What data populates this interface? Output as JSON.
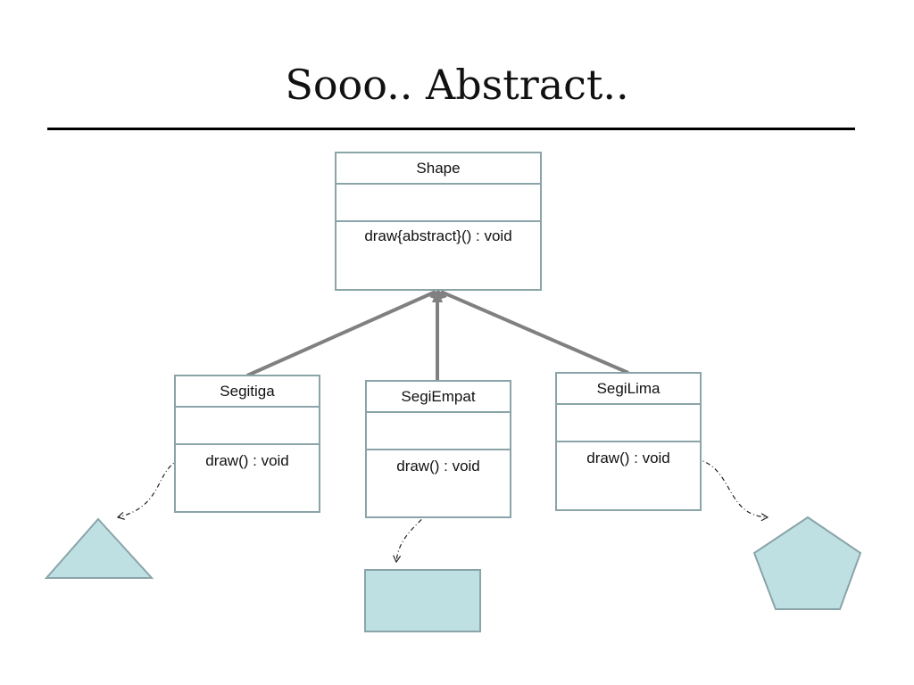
{
  "title": "Sooo.. Abstract..",
  "colors": {
    "box_border": "#8aa4a8",
    "shape_fill": "#bfe0e3",
    "inheritance_line": "#808080",
    "title_rule": "#000000"
  },
  "classes": {
    "shape": {
      "name": "Shape",
      "operation": "draw{abstract}() : void"
    },
    "segitiga": {
      "name": "Segitiga",
      "operation": "draw() : void"
    },
    "segiempat": {
      "name": "SegiEmpat",
      "operation": "draw() : void"
    },
    "segilima": {
      "name": "SegiLima",
      "operation": "draw() : void"
    }
  },
  "drawn_shapes": [
    "triangle",
    "rectangle",
    "pentagon"
  ]
}
